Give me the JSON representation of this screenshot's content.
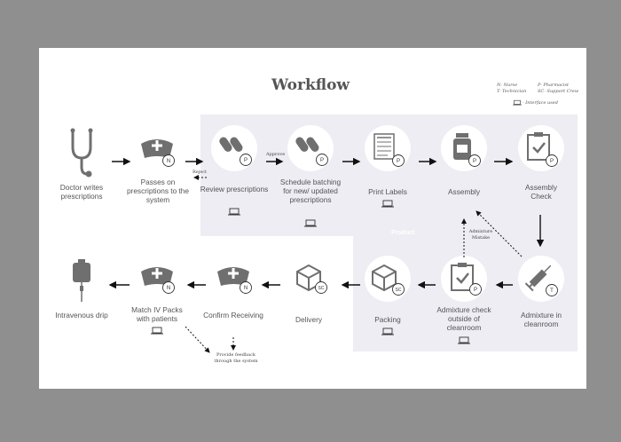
{
  "title": "Workflow",
  "legend": {
    "nurse": "N- Nurse",
    "technician": "T- Technician",
    "pharmacist": "P- Pharmacist",
    "support": "SC- Support Crew",
    "interface": "- Interface used"
  },
  "zone_label": "Product",
  "steps": {
    "doctor": "Doctor writes prescriptions",
    "passes": "Passes on prescriptions to the system",
    "review": "Review prescriptions",
    "schedule": "Schedule batching for new/ updated prescriptions",
    "print": "Print Labels",
    "assembly": "Assembly",
    "assembly_check": "Assembly Check",
    "admixture": "Admixture in cleanroom",
    "admix_check": "Admixture check outside of cleanroom",
    "packing": "Packing",
    "delivery": "Delivery",
    "confirm": "Confirm Receiving",
    "match": "Match IV Packs with patients",
    "drip": "Intravenous drip"
  },
  "badges": {
    "passes": "N",
    "review": "P",
    "schedule": "P",
    "print": "P",
    "assembly": "P",
    "assembly_check": "P",
    "admixture": "T",
    "admix_check": "P",
    "packing": "SC",
    "delivery": "SC",
    "confirm": "N",
    "match": "N"
  },
  "arrow_labels": {
    "reject": "Reject",
    "approve": "Approve",
    "admixture_mistake": "Admixture Mistake",
    "feedback": "Provide feedback through the system"
  },
  "colors": {
    "shade": "#ededf3",
    "icon": "#6f6f6f",
    "background": "#8f8f8f"
  }
}
